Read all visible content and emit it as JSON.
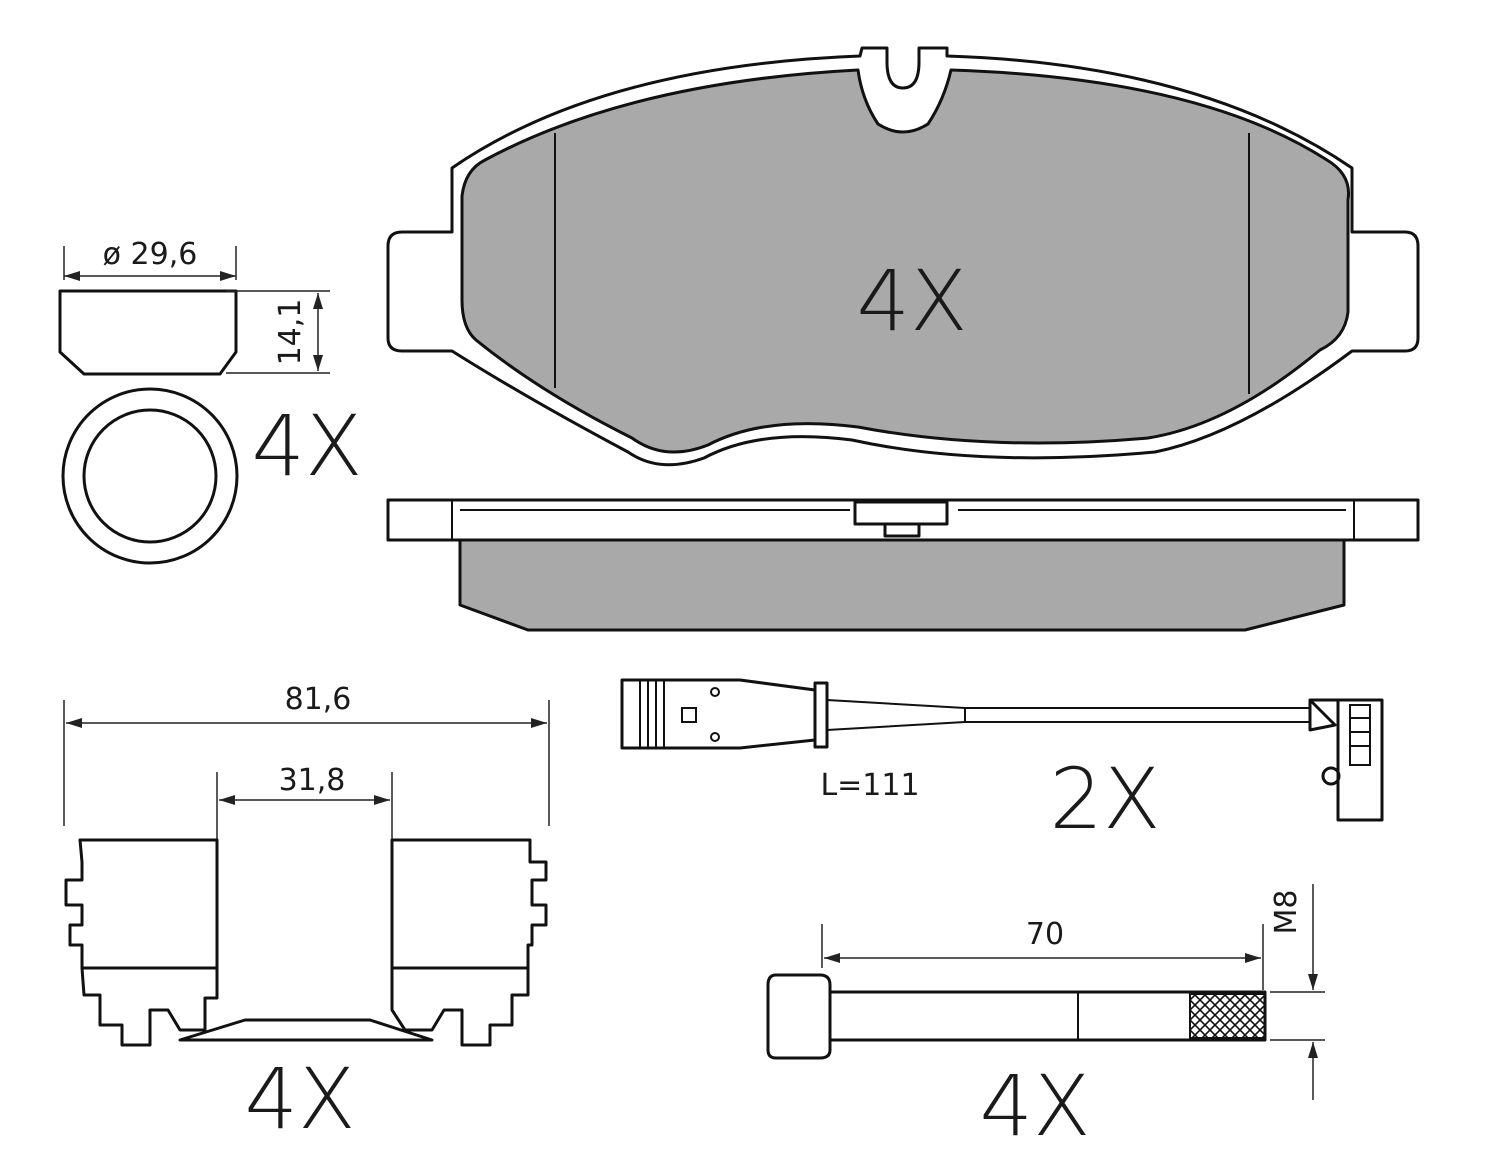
{
  "colors": {
    "line": "#111111",
    "pad_fill": "#a9a9a9",
    "background": "#ffffff"
  },
  "pad": {
    "quantity": "4X"
  },
  "piston": {
    "diameter": "ø 29,6",
    "height": "14,1",
    "quantity": "4X"
  },
  "clips": {
    "overall_width": "81,6",
    "inner_width": "31,8",
    "quantity": "4X"
  },
  "wear_sensor": {
    "length": "L=111",
    "quantity": "2X"
  },
  "bolt": {
    "length": "70",
    "thread": "M8",
    "quantity": "4X"
  }
}
